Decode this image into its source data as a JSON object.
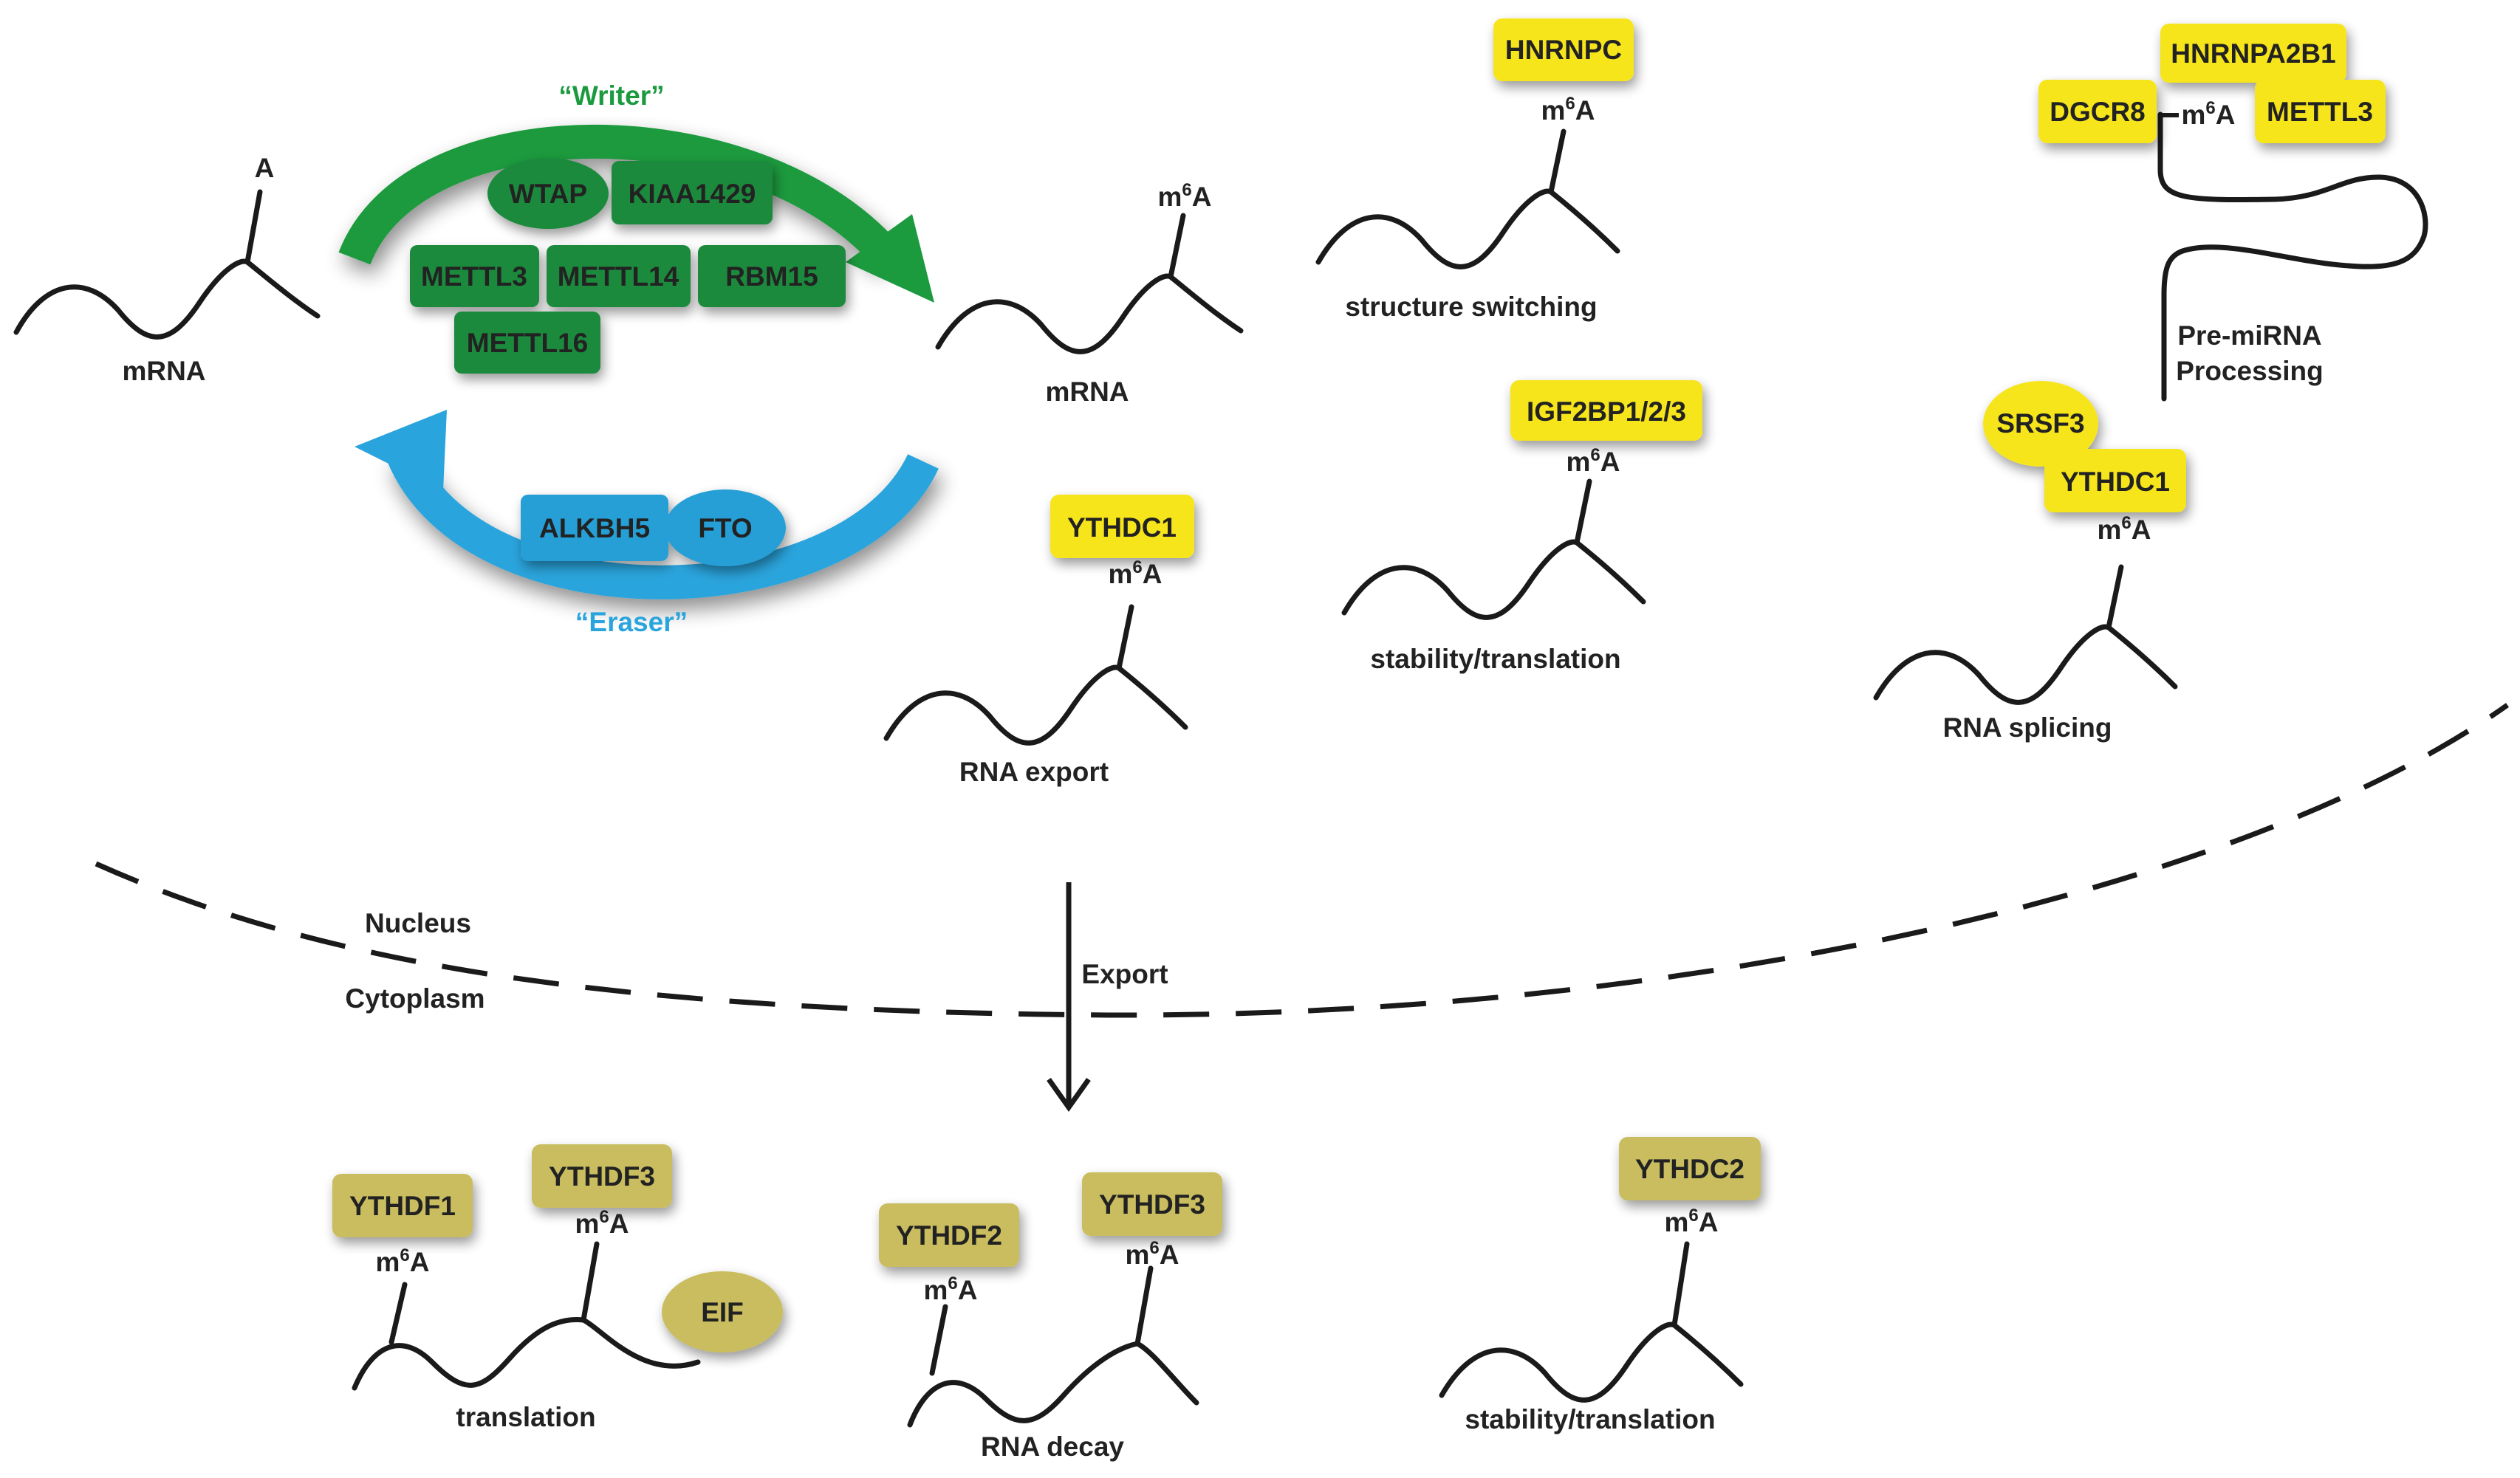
{
  "colors": {
    "writer": "#1b9a3e",
    "eraser": "#2aa4dc",
    "green_protein": "#1b8a3c",
    "blue_protein": "#279fd6",
    "nuclear_reader": "#f7e51f",
    "cyto_reader": "#c9bd5e",
    "line": "#1a1a1a"
  },
  "cycle": {
    "writer_label": "“Writer”",
    "eraser_label": "“Eraser”",
    "writers": [
      "WTAP",
      "KIAA1429",
      "METTL3",
      "METTL14",
      "RBM15",
      "METTL16"
    ],
    "erasers": [
      "ALKBH5",
      "FTO"
    ],
    "left_mrna": {
      "mod": "A",
      "label": "mRNA"
    },
    "right_mrna": {
      "mod": "m6A",
      "label": "mRNA"
    }
  },
  "nuclear": {
    "export": {
      "reader": "YTHDC1",
      "mod": "m6A",
      "label": "RNA  export"
    },
    "structure": {
      "reader": "HNRNPC",
      "mod": "m6A",
      "label": "structure switching"
    },
    "stability": {
      "reader": "IGF2BP1/2/3",
      "mod": "m6A",
      "label": "stability/translation"
    },
    "mirna": {
      "readers": [
        "HNRNPA2B1",
        "DGCR8",
        "METTL3"
      ],
      "mod": "m6A",
      "label_line1": "Pre-miRNA",
      "label_line2": "Processing"
    },
    "splicing": {
      "readers": [
        "SRSF3",
        "YTHDC1"
      ],
      "mod": "m6A",
      "label": "RNA  splicing"
    }
  },
  "boundary": {
    "nucleus": "Nucleus",
    "cytoplasm": "Cytoplasm",
    "export_arrow": "Export"
  },
  "cytoplasm": {
    "translation": {
      "readers": [
        "YTHDF1",
        "YTHDF3"
      ],
      "factor": "EIF",
      "mod": "m6A",
      "label": "translation"
    },
    "decay": {
      "readers": [
        "YTHDF2",
        "YTHDF3"
      ],
      "mod": "m6A",
      "label": "RNA decay"
    },
    "stability": {
      "reader": "YTHDC2",
      "mod": "m6A",
      "label": "stability/translation"
    }
  },
  "superscript": "6"
}
